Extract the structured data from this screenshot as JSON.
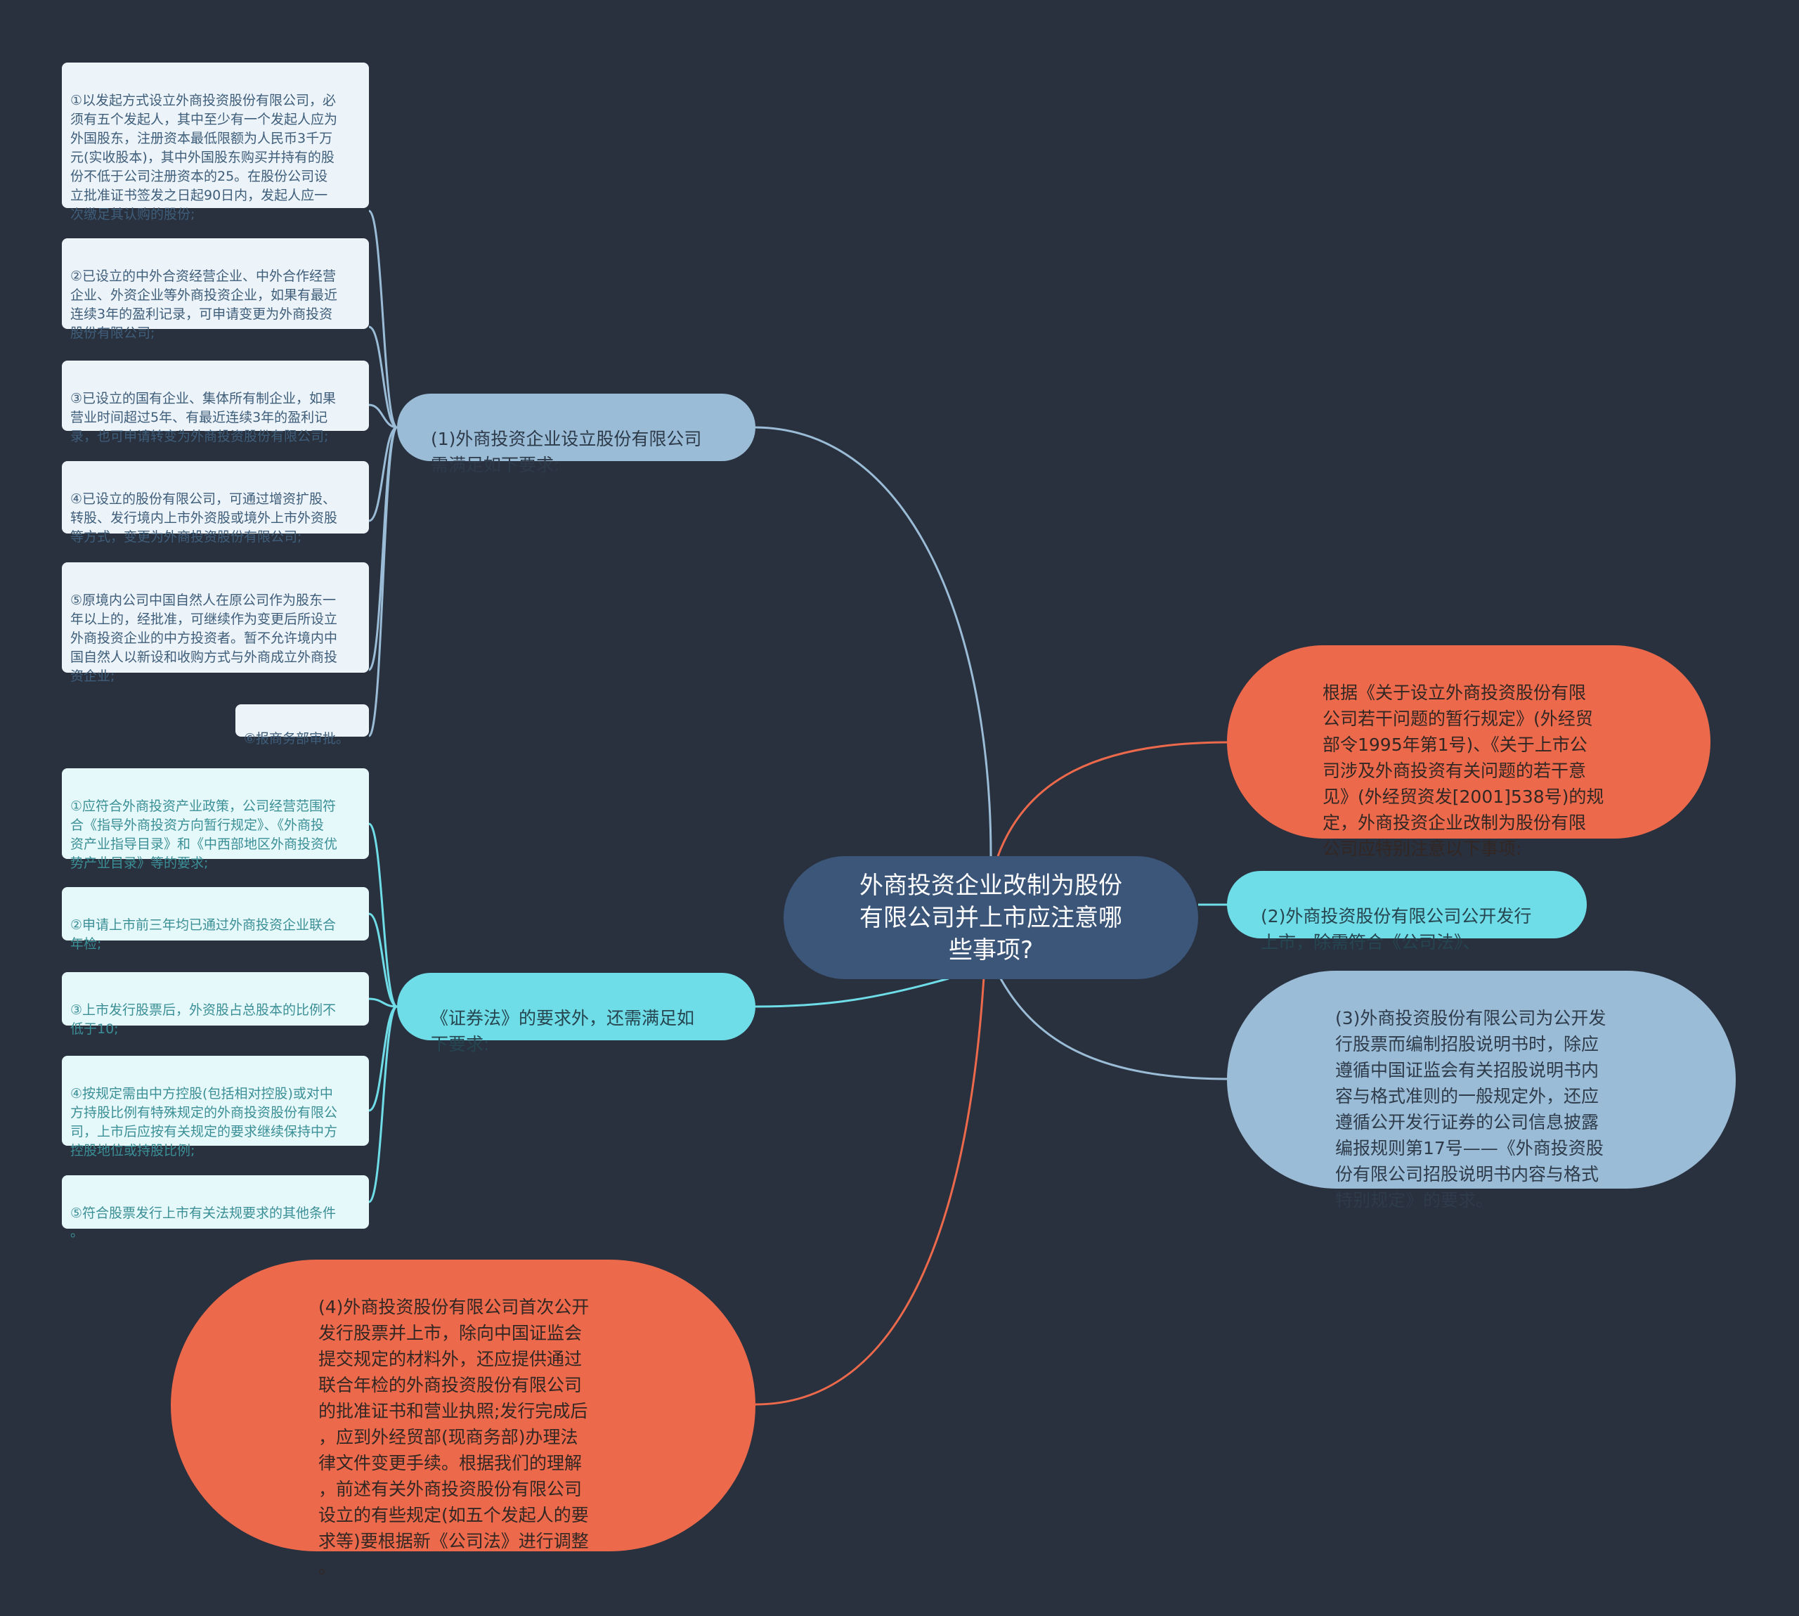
{
  "colors": {
    "background": "#29303e",
    "root": "#3c5679",
    "branch_blue": "#9bbcd6",
    "branch_cyan": "#6fdde7",
    "branch_orange": "#ec6a4b",
    "line_blue": "#9bbcd6",
    "line_cyan": "#6fdde7",
    "line_orange": "#ec6a4b"
  },
  "root": {
    "text": "外商投资企业改制为股份\n有限公司并上市应注意哪\n些事项?"
  },
  "branches": {
    "b1": {
      "text": "(1)外商投资企业设立股份有限公司\n需满足如下要求:",
      "items": [
        "①以发起方式设立外商投资股份有限公司，必\n须有五个发起人，其中至少有一个发起人应为\n外国股东，注册资本最低限额为人民币3千万\n元(实收股本)，其中外国股东购买并持有的股\n份不低于公司注册资本的25。在股份公司设\n立批准证书签发之日起90日内，发起人应一\n次缴足其认购的股份;",
        "②已设立的中外合资经营企业、中外合作经营\n企业、外资企业等外商投资企业，如果有最近\n连续3年的盈利记录，可申请变更为外商投资\n股份有限公司;",
        "③已设立的国有企业、集体所有制企业，如果\n营业时间超过5年、有最近连续3年的盈利记\n录，也可申请转变为外商投资股份有限公司;",
        "④已设立的股份有限公司，可通过增资扩股、\n转股、发行境内上市外资股或境外上市外资股\n等方式，变更为外商投资股份有限公司;",
        "⑤原境内公司中国自然人在原公司作为股东一\n年以上的，经批准，可继续作为变更后所设立\n外商投资企业的中方投资者。暂不允许境内中\n国自然人以新设和收购方式与外商成立外商投\n资企业;",
        "⑥报商务部审批。"
      ]
    },
    "b2": {
      "text": "《证券法》的要求外，还需满足如\n下要求:",
      "items": [
        "①应符合外商投资产业政策，公司经营范围符\n合《指导外商投资方向暂行规定》、《外商投\n资产业指导目录》和《中西部地区外商投资优\n势产业目录》等的要求;",
        "②申请上市前三年均已通过外商投资企业联合\n年检;",
        "③上市发行股票后，外资股占总股本的比例不\n低于10;",
        "④按规定需由中方控股(包括相对控股)或对中\n方持股比例有特殊规定的外商投资股份有限公\n司，上市后应按有关规定的要求继续保持中方\n控股地位或持股比例;",
        "⑤符合股票发行上市有关法规要求的其他条件\n。"
      ]
    },
    "b3": {
      "text": "(4)外商投资股份有限公司首次公开\n发行股票并上市，除向中国证监会\n提交规定的材料外，还应提供通过\n联合年检的外商投资股份有限公司\n的批准证书和营业执照;发行完成后\n，应到外经贸部(现商务部)办理法\n律文件变更手续。根据我们的理解\n，前述有关外商投资股份有限公司\n设立的有些规定(如五个发起人的要\n求等)要根据新《公司法》进行调整\n。"
    },
    "b4": {
      "text": "根据《关于设立外商投资股份有限\n公司若干问题的暂行规定》(外经贸\n部令1995年第1号)、《关于上市公\n司涉及外商投资有关问题的若干意\n见》(外经贸资发[2001]538号)的规\n定，外商投资企业改制为股份有限\n公司应特别注意以下事项:"
    },
    "b5": {
      "text": "(2)外商投资股份有限公司公开发行\n上市，除需符合《公司法》、"
    },
    "b6": {
      "text": "(3)外商投资股份有限公司为公开发\n行股票而编制招股说明书时，除应\n遵循中国证监会有关招股说明书内\n容与格式准则的一般规定外，还应\n遵循公开发行证券的公司信息披露\n编报规则第17号——《外商投资股\n份有限公司招股说明书内容与格式\n特别规定》的要求。"
    }
  }
}
